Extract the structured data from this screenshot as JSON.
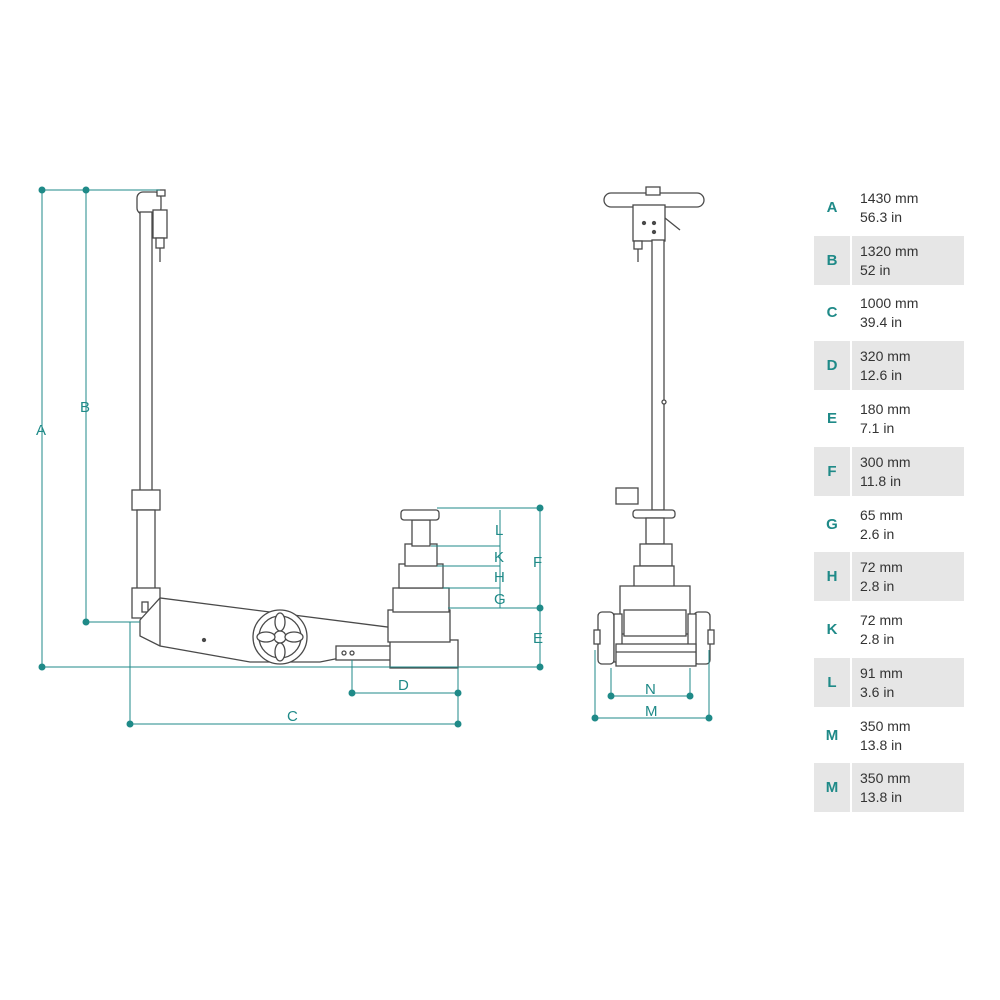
{
  "colors": {
    "dimension": "#1f8a88",
    "outline": "#4a4a4a",
    "row_shade": "#e6e6e6"
  },
  "side_view_labels": {
    "A": "A",
    "B": "B",
    "C": "C",
    "D": "D",
    "E": "E",
    "F": "F",
    "G": "G",
    "H": "H",
    "K": "K",
    "L": "L"
  },
  "front_view_labels": {
    "N": "N",
    "M": "M"
  },
  "specs": [
    {
      "letter": "A",
      "mm": "1430 mm",
      "in": "56.3 in"
    },
    {
      "letter": "B",
      "mm": "1320 mm",
      "in": "52 in"
    },
    {
      "letter": "C",
      "mm": "1000 mm",
      "in": "39.4 in"
    },
    {
      "letter": "D",
      "mm": "320 mm",
      "in": "12.6 in"
    },
    {
      "letter": "E",
      "mm": "180 mm",
      "in": "7.1 in"
    },
    {
      "letter": "F",
      "mm": "300 mm",
      "in": "11.8 in"
    },
    {
      "letter": "G",
      "mm": "65 mm",
      "in": "2.6 in"
    },
    {
      "letter": "H",
      "mm": "72 mm",
      "in": "2.8 in"
    },
    {
      "letter": "K",
      "mm": "72 mm",
      "in": "2.8 in"
    },
    {
      "letter": "L",
      "mm": "91 mm",
      "in": "3.6 in"
    },
    {
      "letter": "M",
      "mm": "350 mm",
      "in": "13.8 in"
    },
    {
      "letter": "M",
      "mm": "350 mm",
      "in": "13.8 in"
    }
  ]
}
